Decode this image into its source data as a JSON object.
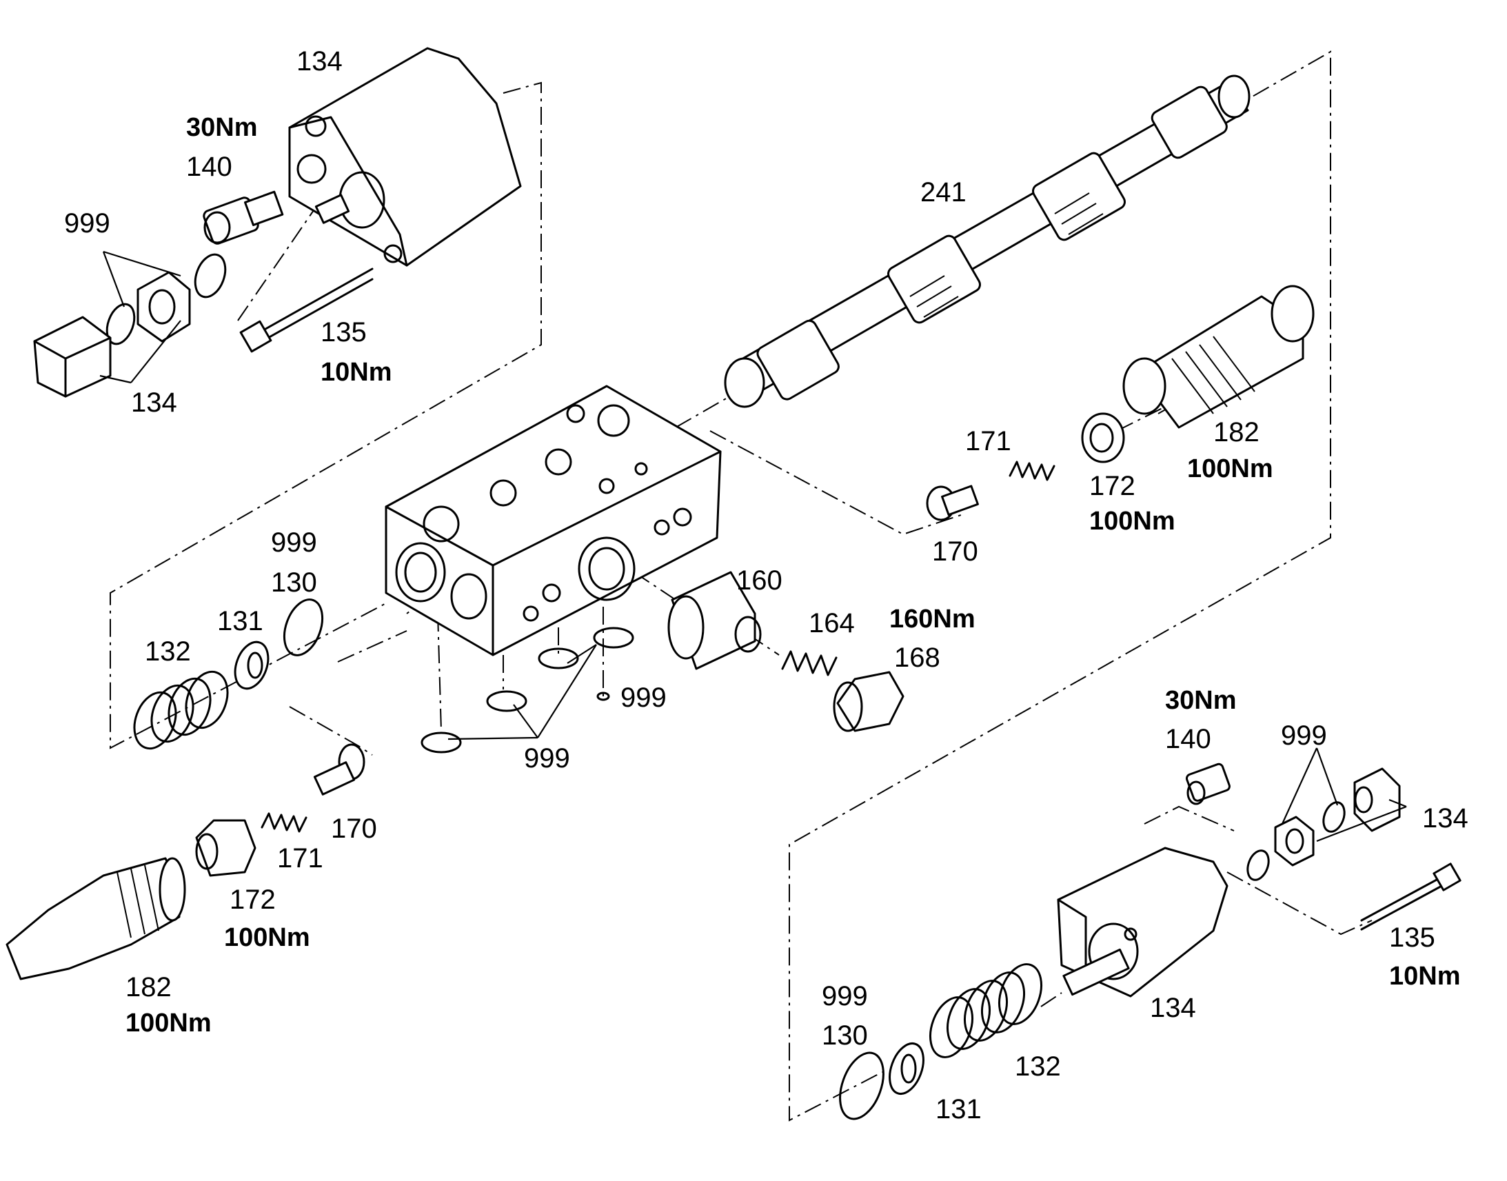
{
  "labels": {
    "tl_134_top": "134",
    "tl_torque_140": "30Nm",
    "tl_140": "140",
    "tl_999": "999",
    "tl_135": "135",
    "tl_torque_135": "10Nm",
    "tl_134_bottom": "134",
    "top_241": "241",
    "r_171": "171",
    "r_182": "182",
    "r_torque_182": "100Nm",
    "r_172": "172",
    "r_torque_172": "100Nm",
    "r_170": "170",
    "m_999_upper": "999",
    "m_130": "130",
    "m_131": "131",
    "m_132": "132",
    "m_160": "160",
    "m_164": "164",
    "m_torque_168": "160Nm",
    "m_168": "168",
    "m_999_small": "999",
    "m_999_bottom": "999",
    "bl_170": "170",
    "bl_171": "171",
    "bl_172": "172",
    "bl_torque_172": "100Nm",
    "bl_182": "182",
    "bl_torque_182": "100Nm",
    "br_torque_140": "30Nm",
    "br_140": "140",
    "br_999": "999",
    "br_134_right": "134",
    "br_135": "135",
    "br_torque_135": "10Nm",
    "br_999_ring": "999",
    "br_130": "130",
    "br_134_body": "134",
    "br_132": "132",
    "br_131": "131"
  }
}
